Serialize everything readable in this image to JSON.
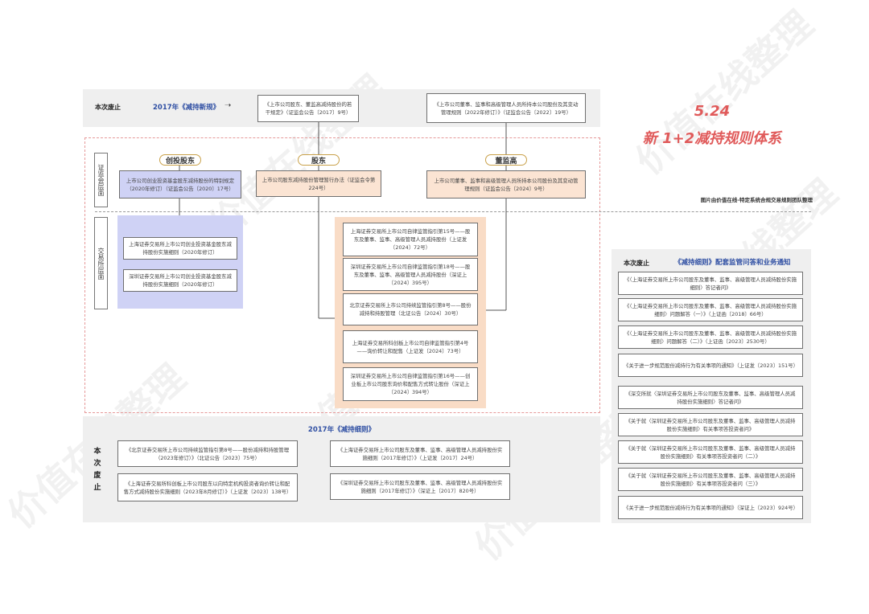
{
  "title": {
    "date": "5.24",
    "subtitle": "新 1+2减持规则体系",
    "credit": "图片由价值在线-特定系统合规交易规则团队整理"
  },
  "top_band": {
    "abolish_label": "本次废止",
    "year_label": "2017年《减持新规》",
    "doc_2017": "《上市公司股东、董监高减持股份的若干规定》（证监会公告〔2017〕9号）",
    "doc_2022": "《上市公司董事、监事和高级管理人员所持本公司股份及其变动管理规则（2022年修订）》（证监会公告〔2022〕19号）"
  },
  "csrc_layer": {
    "label": "证监会层面",
    "categories": [
      "创投股东",
      "股东",
      "董监高"
    ],
    "docs": [
      "上市公司创业投资基金股东减持股份的特别规定（2020年修订）（证监会公告〔2020〕17号）",
      "上市公司股东减持股份管理暂行办法（证监会令第224号）",
      "上市公司董事、监事和高级管理人员所持本公司股份及其变动管理规则（证监会公告〔2024〕9号）"
    ]
  },
  "exchange_layer": {
    "label": "交易所层面",
    "vc_docs": [
      "上海证券交易所上市公司创业投资基金股东减持股份实施细则（2020年修订）",
      "深圳证券交易所上市公司创业投资基金股东减持股份实施细则（2020年修订）"
    ],
    "guideline_docs": [
      "上海证券交易所上市公司自律监管指引第15号——股东及董事、监事、高级管理人员减持股份（上证发〔2024〕72号）",
      "深圳证券交易所上市公司自律监管指引第18号——股东及董事、监事、高级管理人员减持股份（深证上〔2024〕395号）",
      "北京证券交易所上市公司持续监管指引第8号——股份减持和持股管理（北证公告〔2024〕30号）",
      "上海证券交易所科创板上市公司自律监管指引第4号——询价转让和配售（上证发〔2024〕73号）",
      "深圳证券交易所上市公司自律监管指引第16号——创业板上市公司股东询价和配售方式转让股份（深证上〔2024〕394号）"
    ]
  },
  "bottom_band": {
    "abolish_label": "本次废止",
    "year_label": "2017年《减持细则》",
    "left_docs": [
      "《北京证券交易所上市公司持续监管指引第8号——股份减持和持股管理（2023年修订）》（北证公告〔2023〕75号）",
      "《上海证券交易所科创板上市公司股东以向特定机构投资者询价转让和配售方式减持股份实施细则（2023年8月修订）》（上证发〔2023〕138号）"
    ],
    "right_docs": [
      "《上海证券交易所上市公司股东及董事、监事、高级管理人员减持股份实施细则（2017年修订）》（上证发〔2017〕24号）",
      "《深圳证券交易所上市公司股东及董事、监事、高级管理人员减持股份实施细则（2017年修订）》（深证上〔2017〕820号）"
    ]
  },
  "right_panel": {
    "abolish_label": "本次废止",
    "header": "《减持细则》配套监管问答和业务通知",
    "docs": [
      "《〈上海证券交易所上市公司股东及董事、监事、高级管理人员减持股份实施细则〉答记者问》",
      "《〈上海证券交易所上市公司股东及董事、监事、高级管理人员减持股份实施细则〉问题解答（一）》（上证函〔2018〕66号）",
      "《〈上海证券交易所上市公司股东及董事、监事、高级管理人员减持股份实施细则〉问题解答（二）》（上证函〔2023〕2530号）",
      "《关于进一步规范股份减持行为有关事项的通知》（上证发〔2023〕151号）",
      "《深交所就〈深圳证券交易所上市公司股东及董事、监事、高级管理人员减持股份实施细则〉答记者问》",
      "《关于就〈深圳证券交易所上市公司股东及董事、监事、高级管理人员减持股份实施细则〉有关事项答投资者问》",
      "《关于就〈深圳证券交易所上市公司股东及董事、监事、高级管理人员减持股份实施细则〉有关事项答投资者问（二）》",
      "《关于就〈深圳证券交易所上市公司股东及董事、监事、高级管理人员减持股份实施细则〉有关事项答投资者问（三）》",
      "《关于进一步规范股份减持行为有关事项的通知》（深证上〔2023〕924号）"
    ]
  },
  "watermark": "价值在线整理",
  "colors": {
    "title_red": "#e05a5a",
    "accent_blue": "#2f4fa3",
    "vc_fill": "#cfd2f5",
    "csrc_fill": "#fbe4d3",
    "exchange_fill": "#f9dcc6",
    "pill_border": "#c9a14a",
    "dashed_border": "#e69999"
  }
}
